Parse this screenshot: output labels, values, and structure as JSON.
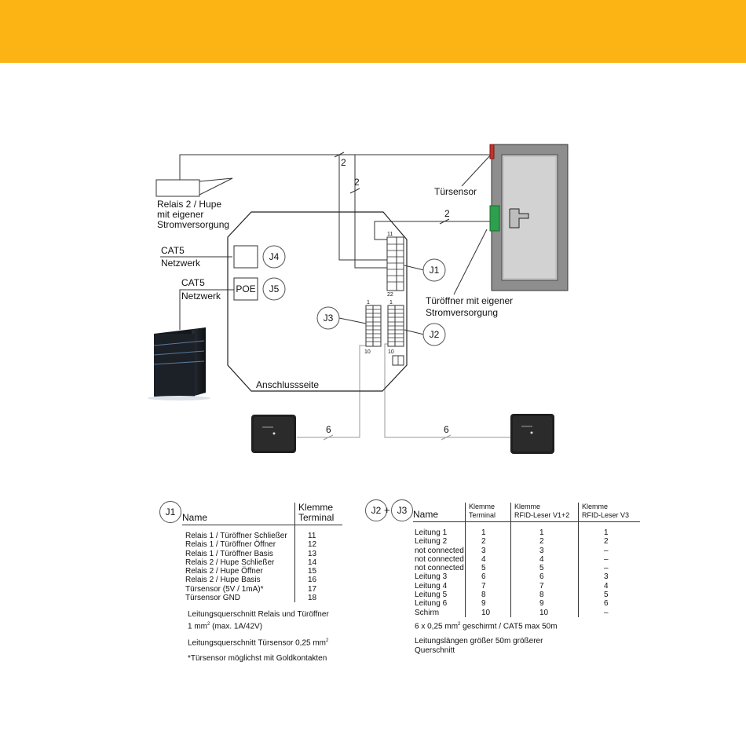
{
  "colors": {
    "header": "#fbb413",
    "door_frame": "#9a9a9a",
    "door_glass": "#c9c9c9",
    "green_contact": "#2e9f4c",
    "red_contact": "#c23228"
  },
  "diagram": {
    "relais_label": [
      "Relais 2 / Hupe",
      "mit eigener",
      "Stromversorgung"
    ],
    "tuersensor_label": "Türsensor",
    "tueroeffner_label": [
      "Türöffner mit eigener",
      "Stromversorgung"
    ],
    "cat5_j4": [
      "CAT5",
      "Netzwerk"
    ],
    "cat5_j5": [
      "CAT5",
      "Netzwerk"
    ],
    "poe_label": "POE",
    "anschlussseite": "Anschlussseite",
    "connectors": {
      "j1": "J1",
      "j2": "J2",
      "j3": "J3",
      "j4": "J4",
      "j5": "J5"
    },
    "pin_labels": {
      "j1_top": "11",
      "j1_bottom": "22",
      "j3_top": "1",
      "j3_bottom": "10",
      "j2_top": "1",
      "j2_bottom": "10"
    },
    "wire_counts": {
      "relais": "2",
      "sensor": "2",
      "opener": "2",
      "reader_left": "6",
      "reader_right": "6"
    }
  },
  "table_j1": {
    "badge": "J1",
    "col_name": "Name",
    "col_terminal": [
      "Klemme",
      "Terminal"
    ],
    "rows": [
      {
        "name": "Relais 1 / Türöffner Schließer",
        "terminal": "11"
      },
      {
        "name": "Relais 1 / Türöffner Öffner",
        "terminal": "12"
      },
      {
        "name": "Relais 1 / Türöffner Basis",
        "terminal": "13"
      },
      {
        "name": "Relais 2 / Hupe Schließer",
        "terminal": "14"
      },
      {
        "name": "Relais 2 / Hupe Öffner",
        "terminal": "15"
      },
      {
        "name": "Relais 2 / Hupe Basis",
        "terminal": "16"
      },
      {
        "name": "Türsensor (5V / 1mA)*",
        "terminal": "17"
      },
      {
        "name": "Türsensor GND",
        "terminal": "18"
      }
    ],
    "note1_line1": "Leitungsquerschnitt Relais und Türöffner",
    "note1_line2": "1 mm",
    "note1_line2_sup": "2",
    "note1_line2_rest": " (max. 1A/42V)",
    "note2": "Leitungsquerschnitt Türsensor 0,25 mm",
    "note2_sup": "2",
    "note3": "*Türsensor möglichst mit Goldkontakten"
  },
  "table_j2j3": {
    "badge_a": "J2",
    "plus": "+",
    "badge_b": "J3",
    "col_name": "Name",
    "col_terminal": [
      "Klemme",
      "Terminal"
    ],
    "col_v12": [
      "Klemme",
      "RFID-Leser V1+2"
    ],
    "col_v3": [
      "Klemme",
      "RFID-Leser V3"
    ],
    "rows": [
      {
        "name": "Leitung 1",
        "terminal": "1",
        "v12": "1",
        "v3": "1"
      },
      {
        "name": "Leitung 2",
        "terminal": "2",
        "v12": "2",
        "v3": "2"
      },
      {
        "name": "not connected",
        "terminal": "3",
        "v12": "3",
        "v3": "–"
      },
      {
        "name": "not connected",
        "terminal": "4",
        "v12": "4",
        "v3": "–"
      },
      {
        "name": "not connected",
        "terminal": "5",
        "v12": "5",
        "v3": "–"
      },
      {
        "name": "Leitung 3",
        "terminal": "6",
        "v12": "6",
        "v3": "3"
      },
      {
        "name": "Leitung 4",
        "terminal": "7",
        "v12": "7",
        "v3": "4"
      },
      {
        "name": "Leitung 5",
        "terminal": "8",
        "v12": "8",
        "v3": "5"
      },
      {
        "name": "Leitung 6",
        "terminal": "9",
        "v12": "9",
        "v3": "6"
      },
      {
        "name": "Schirm",
        "terminal": "10",
        "v12": "10",
        "v3": "–"
      }
    ],
    "note1": "6 x 0,25 mm",
    "note1_sup": "2",
    "note1_rest": " geschirmt / CAT5 max 50m",
    "note2_line1": "Leitungslängen größer 50m größerer",
    "note2_line2": "Querschnitt"
  }
}
